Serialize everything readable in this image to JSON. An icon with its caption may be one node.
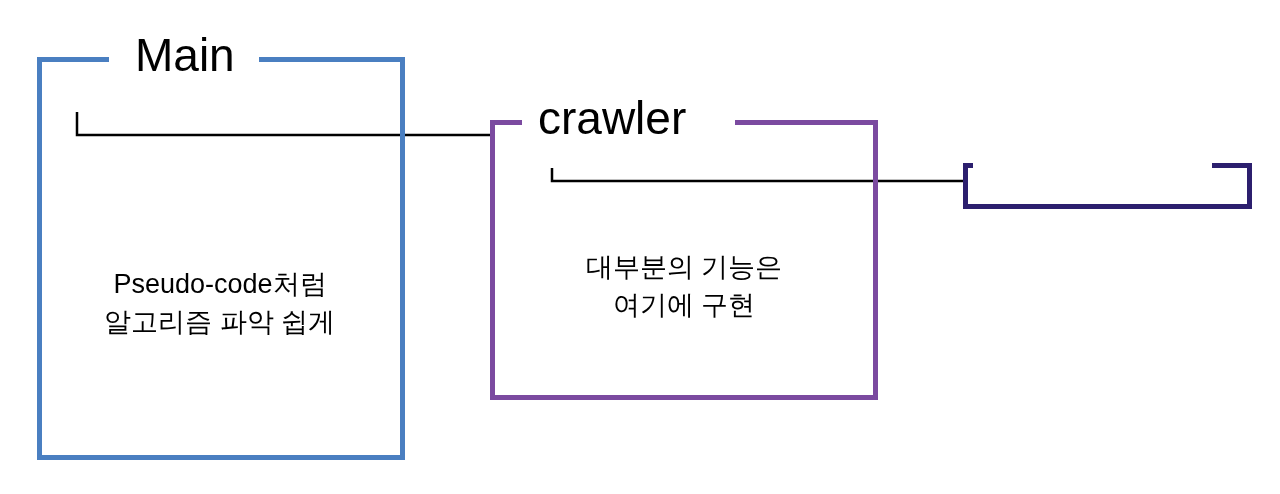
{
  "diagram": {
    "nodes": [
      {
        "text": [
          "Main",
          "Pseudo-code처럼 알고리즘 파악 쉽게"
        ]
      },
      {
        "text": [
          "crawler",
          "대부분의 기능은 여기에 구현"
        ]
      },
      {
        "text": [],
        "shape": "box"
      }
    ],
    "edges": [
      {
        "from": 0,
        "to": 1,
        "arrow": "none"
      },
      {
        "from": 1,
        "to": 2,
        "arrow": "none"
      }
    ]
  }
}
